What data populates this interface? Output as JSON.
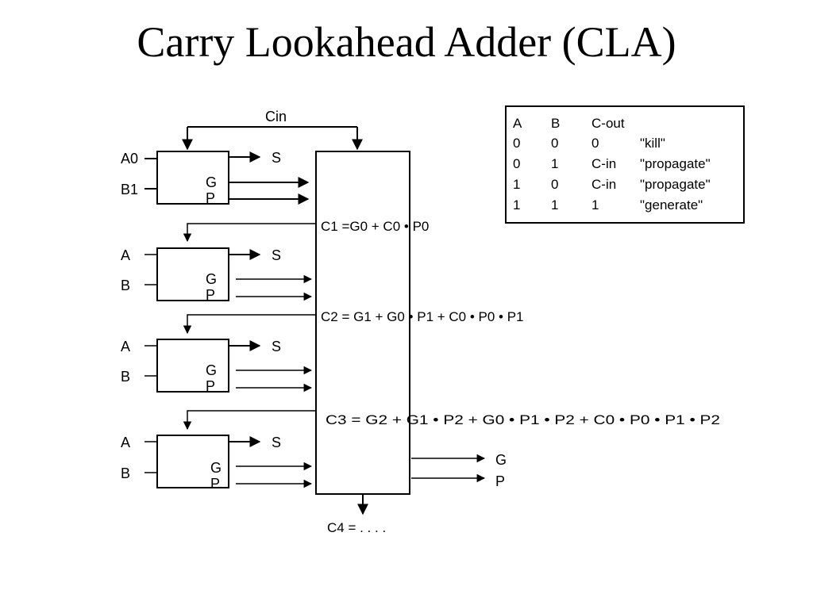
{
  "title": "Carry Lookahead Adder (CLA)",
  "diagram": {
    "cin_label": "Cin",
    "cout_label": "C4 = . . . .",
    "output_g": "G",
    "output_p": "P",
    "blocks": [
      {
        "a": "A0",
        "b": "B1",
        "s": "S",
        "g": "G",
        "p": "P"
      },
      {
        "a": "A",
        "b": "B",
        "s": "S",
        "g": "G",
        "p": "P"
      },
      {
        "a": "A",
        "b": "B",
        "s": "S",
        "g": "G",
        "p": "P"
      },
      {
        "a": "A",
        "b": "B",
        "s": "S",
        "g": "G",
        "p": "P"
      }
    ],
    "equations": [
      "C1 =G0 + C0 • P0",
      "C2 = G1 + G0 • P1 + C0 • P0 • P1",
      "C3 = G2 + G1 • P2 + G0 • P1 • P2 + C0 • P0 • P1 • P2"
    ]
  },
  "truth_table": {
    "headers": [
      "A",
      "B",
      "C-out",
      ""
    ],
    "rows": [
      [
        "0",
        "0",
        "0",
        "\"kill\""
      ],
      [
        "0",
        "1",
        "C-in",
        "\"propagate\""
      ],
      [
        "1",
        "0",
        "C-in",
        "\"propagate\""
      ],
      [
        "1",
        "1",
        "1",
        "\"generate\""
      ]
    ]
  }
}
